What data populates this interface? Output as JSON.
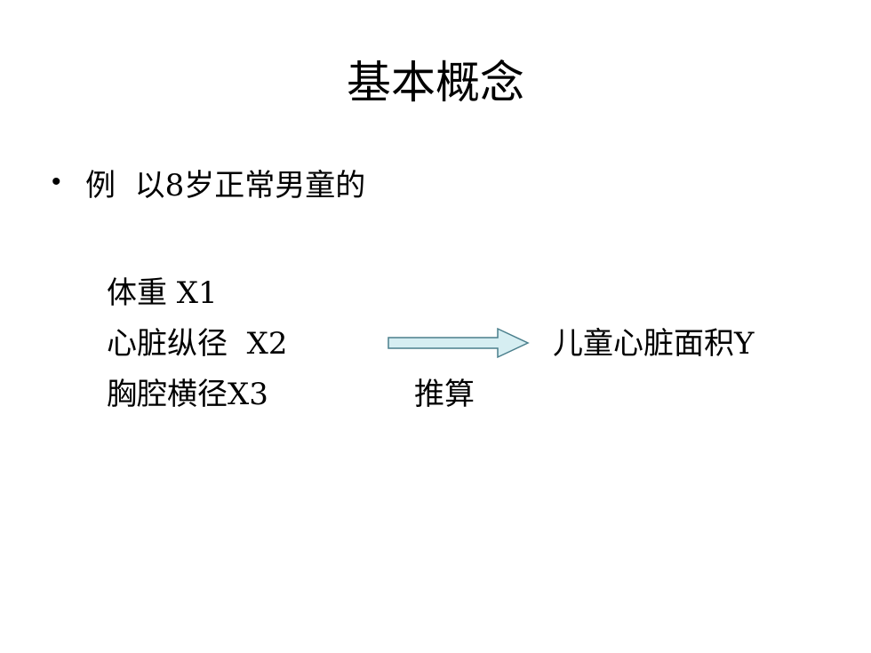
{
  "slide": {
    "title": "基本概念",
    "bullet": {
      "marker": "•",
      "text": "例  以8岁正常男童的"
    },
    "variables": [
      {
        "label": "体重 X1"
      },
      {
        "label": "心脏纵径  X2"
      },
      {
        "label": "胸腔横径X3"
      }
    ],
    "arrow_label": "推算",
    "result": "儿童心脏面积Y",
    "arrow_fill_color": "#d6eef2",
    "arrow_stroke_color": "#4a7f8c"
  }
}
